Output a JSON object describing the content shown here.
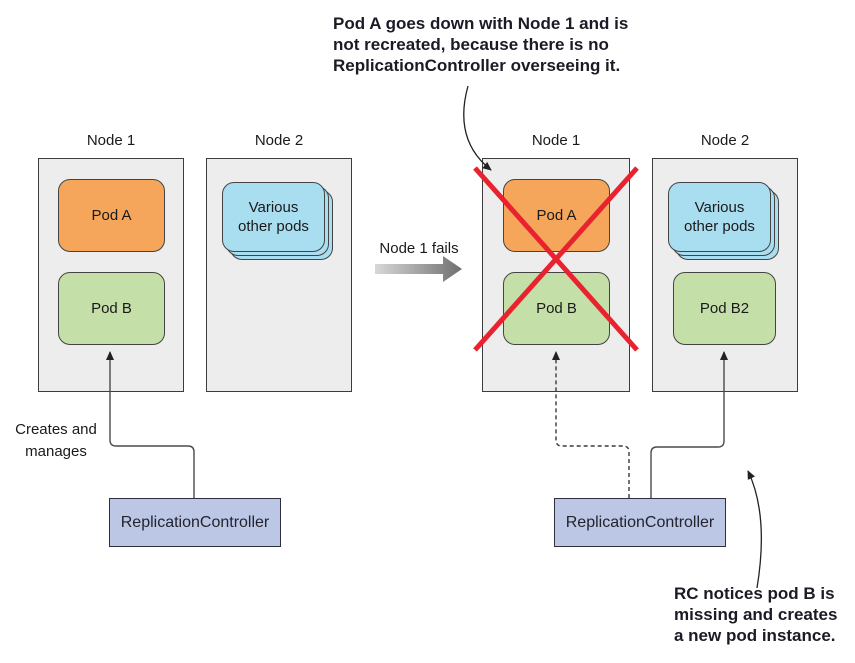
{
  "figure": {
    "description_labels": {
      "top_note": "Pod A goes down with Node 1 and is\nnot recreated, because there is no\nReplicationController overseeing it.",
      "rc_notices_note": "RC notices pod B is\nmissing and creates\na new pod instance.",
      "creates_manages": "Creates and\nmanages",
      "node1_fails": "Node 1 fails"
    }
  },
  "before": {
    "node1": {
      "title": "Node 1",
      "pod_a": "Pod A",
      "pod_b": "Pod B"
    },
    "node2": {
      "title": "Node 2",
      "pod_stack": "Various\nother pods"
    },
    "replication_controller": {
      "label": "ReplicationController"
    }
  },
  "after": {
    "node1": {
      "title": "Node 1",
      "pod_a": "Pod A",
      "pod_b": "Pod B"
    },
    "node2": {
      "title": "Node 2",
      "pod_stack": "Various\nother pods",
      "pod_b2": "Pod B2"
    },
    "replication_controller": {
      "label": "ReplicationController"
    }
  },
  "colors": {
    "node_fill": "#ededed",
    "node_border": "#3d3d3d",
    "pod_orange": "#f5a65a",
    "pod_green": "#c5dfa9",
    "pod_blue": "#a9ddf0",
    "rc_fill": "#bcc7e6",
    "red_x": "#e8232f",
    "connector": "#4a4a4a",
    "annotation_text": "#1b1b26",
    "fail_arrow_gradient": [
      "#d8d8d8",
      "#6f6f6f"
    ]
  }
}
